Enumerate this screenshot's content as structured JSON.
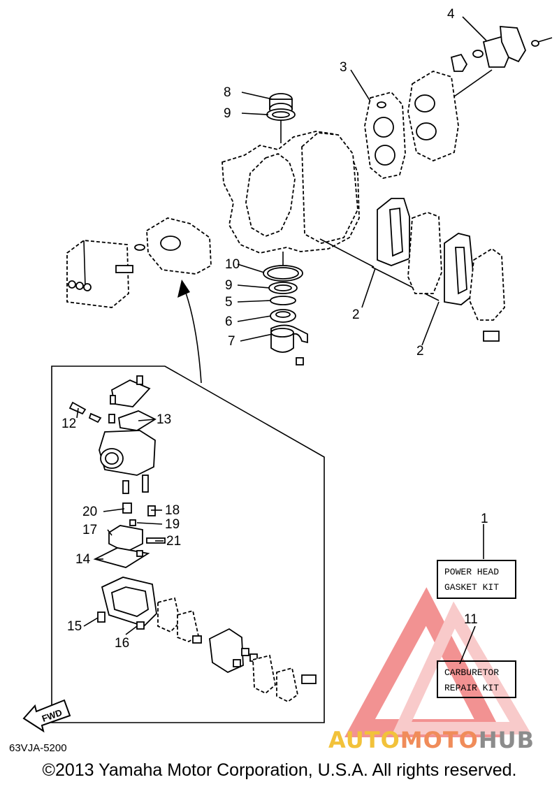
{
  "callouts": {
    "c1": "1",
    "c2a": "2",
    "c2b": "2",
    "c3": "3",
    "c4": "4",
    "c5": "5",
    "c6": "6",
    "c7": "7",
    "c8": "8",
    "c9a": "9",
    "c9b": "9",
    "c10": "10",
    "c11": "11",
    "c12": "12",
    "c13": "13",
    "c14": "14",
    "c15": "15",
    "c16": "16",
    "c17": "17",
    "c18": "18",
    "c19": "19",
    "c20": "20",
    "c21": "21"
  },
  "kits": {
    "power_head": {
      "line1": "POWER HEAD",
      "line2": "GASKET KIT"
    },
    "carburetor": {
      "line1": "CARBURETOR",
      "line2": "REPAIR KIT"
    }
  },
  "fwd_label": "FWD",
  "diagram_code": "63VJA-5200",
  "copyright": "©2013 Yamaha Motor Corporation, U.S.A. All rights reserved.",
  "watermark": {
    "part1": "AUTO",
    "part2": "MOTO",
    "part3": "HUB"
  },
  "colors": {
    "wm_yellow": "#f2c23a",
    "wm_orange": "#f08c5a",
    "wm_gray": "#8c8c8c",
    "wm_red": "#e83a3a"
  }
}
